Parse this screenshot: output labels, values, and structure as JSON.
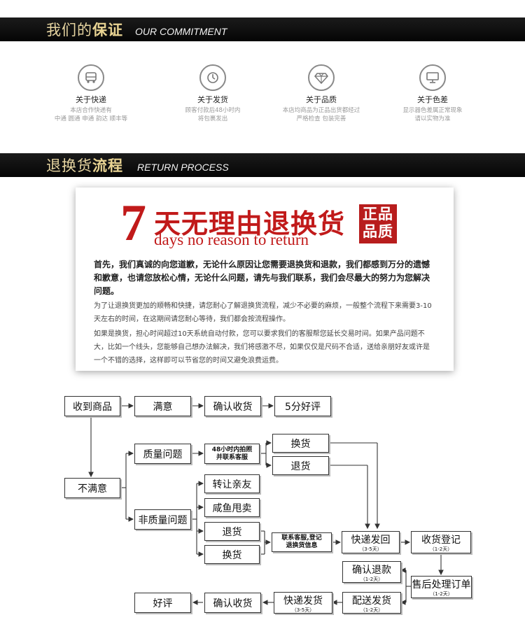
{
  "commitment": {
    "title_zh_plain": "我们的",
    "title_zh_bold": "保证",
    "title_en": "OUR COMMITMENT",
    "items": [
      {
        "icon": "truck-icon",
        "title": "关于快递",
        "desc": "本店合作快递有\n中通 圆通 申通 韵达 顺丰等"
      },
      {
        "icon": "clock-icon",
        "title": "关于发货",
        "desc": "顾客付款后48小时内\n将包裹发出"
      },
      {
        "icon": "diamond-icon",
        "title": "关于品质",
        "desc": "本店均商品为正品出货都经过\n严格检查 包装完善"
      },
      {
        "icon": "monitor-icon",
        "title": "关于色差",
        "desc": "显示器色差属正常现象\n请以实物为准"
      }
    ]
  },
  "return_section": {
    "title_zh_plain": "退换货",
    "title_zh_bold": "流程",
    "title_en": "RETURN PROCESS"
  },
  "policy": {
    "big_number": "7",
    "headline_zh": "天无理由退换货",
    "headline_en": "days no reason to return",
    "stamp_line1": "正品",
    "stamp_line2": "品质",
    "para_bold": "首先，我们真诚的向您道歉，无论什么原因让您需要退换货和退款，我们都感到万分的遗憾和歉意，也请您放松心情，无论什么问题，请先与我们联系，我们会尽最大的努力为您解决问题。",
    "para_2": "为了让退换货更加的顺畅和快捷，请您耐心了解退换货流程，减少不必要的麻烦，一般整个流程下来需要3-10天左右的时间，在这期间请您耐心等待，我们都会按流程操作。",
    "para_3": "如果是换货，担心时间超过10天系统自动付款，您可以要求我们的客服帮您延长交易时间。如果产品问题不大，比如一个线头，您能够自己想办法解决，我们将感激不尽，如果仅仅是尺码不合适，送给亲朋好友或许是一个不错的选择，这样即可以节省您的时间又避免浪费运费。"
  },
  "flow": {
    "receive": "收到商品",
    "satisfied": "满意",
    "confirm_top": "确认收货",
    "rate5": "5分好评",
    "unsatisfied": "不满意",
    "quality_issue": "质量问题",
    "photo_48h": "48小时内拍照",
    "contact_service": "并联系客服",
    "exchange_a": "换货",
    "return_a": "退货",
    "non_quality": "非质量问题",
    "transfer_friend": "转让亲友",
    "xianyu": "咸鱼甩卖",
    "return_b": "退货",
    "exchange_b": "换货",
    "contact_register": "联系客服,登记",
    "return_info": "退换货信息",
    "express_back": "快递发回",
    "express_back_days": "（3-5天）",
    "receipt_register": "收货登记",
    "receipt_register_days": "（1-2天）",
    "confirm_refund": "确认退款",
    "confirm_refund_days": "（1-2天）",
    "after_sale": "售后处理订单",
    "after_sale_days": "（1-2天）",
    "ship_out": "配送发货",
    "ship_out_days": "（1-2天）",
    "express_ship": "快递发货",
    "express_ship_days": "（3-5天）",
    "confirm_bottom": "确认收货",
    "good_review": "好评"
  }
}
